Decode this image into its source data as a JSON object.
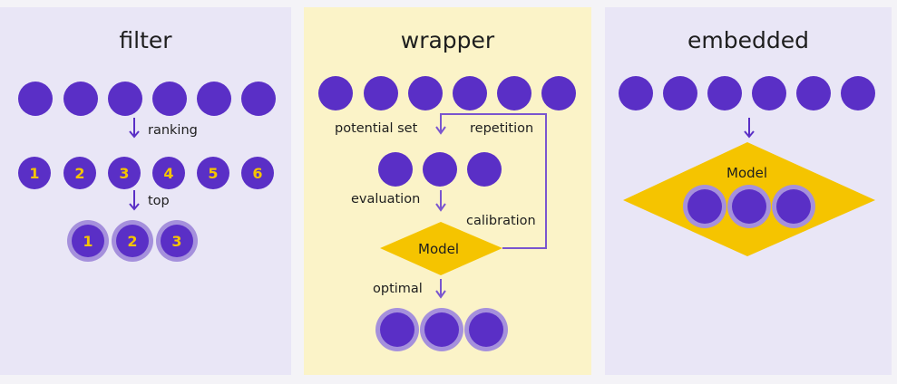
{
  "panels": {
    "filter": {
      "title": "filter",
      "label_ranking": "ranking",
      "label_top": "top",
      "ranked": [
        "1",
        "2",
        "3",
        "4",
        "5",
        "6"
      ],
      "selected": [
        "1",
        "2",
        "3"
      ]
    },
    "wrapper": {
      "title": "wrapper",
      "label_potential": "potential set",
      "label_repetition": "repetition",
      "label_evaluation": "evaluation",
      "label_calibration": "calibration",
      "label_model": "Model",
      "label_optimal": "optimal"
    },
    "embedded": {
      "title": "embedded",
      "label_model": "Model"
    }
  },
  "colors": {
    "circle": "#5a2fc6",
    "halo": "#a590dc",
    "number": "#f5c400",
    "model": "#f5c400",
    "panel_purple": "#e9e6f6",
    "panel_yellow": "#fbf3c8"
  }
}
